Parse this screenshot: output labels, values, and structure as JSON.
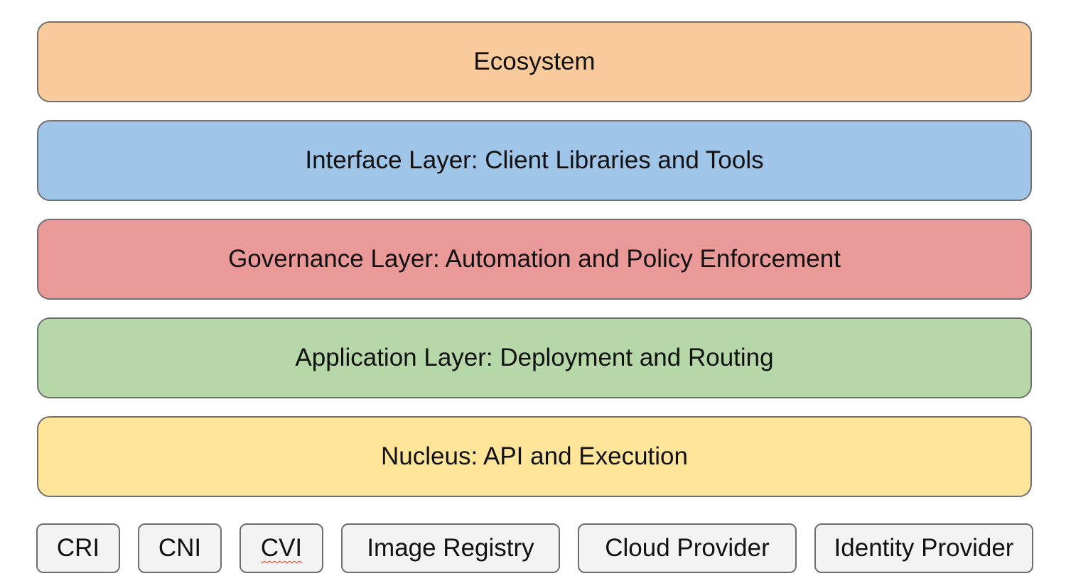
{
  "layers": [
    {
      "label": "Ecosystem",
      "color": "#f9cb9c"
    },
    {
      "label": "Interface Layer: Client Libraries and Tools",
      "color": "#9fc5e8"
    },
    {
      "label": "Governance Layer: Automation and Policy Enforcement",
      "color": "#ea9999"
    },
    {
      "label": "Application Layer: Deployment and Routing",
      "color": "#b6d7a8"
    },
    {
      "label": "Nucleus: API and Execution",
      "color": "#ffe599"
    }
  ],
  "plugins": [
    {
      "label": "CRI"
    },
    {
      "label": "CNI"
    },
    {
      "label": "CVI"
    },
    {
      "label": "Image Registry"
    },
    {
      "label": "Cloud Provider"
    },
    {
      "label": "Identity Provider"
    }
  ],
  "colors": {
    "border": "#6f6f6f",
    "plugin_fill": "#f3f3f3",
    "spellcheck_underline": "#d23a2a"
  }
}
